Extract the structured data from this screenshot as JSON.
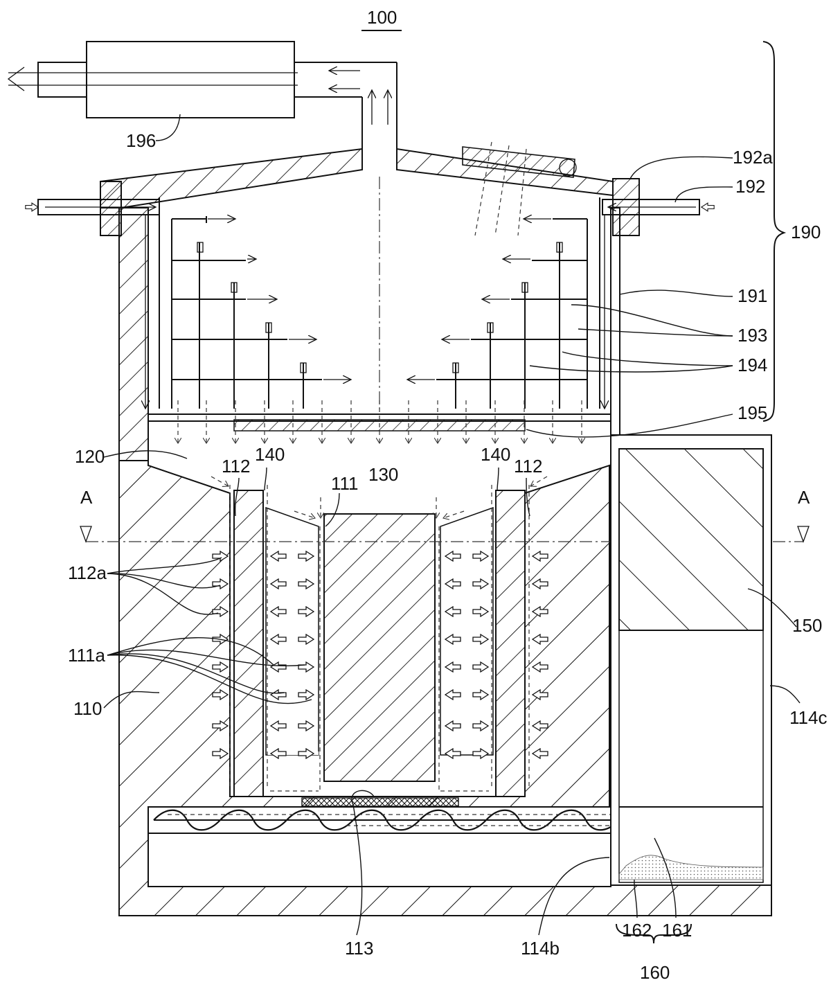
{
  "figure": {
    "title_ref": "100",
    "labels": {
      "l196": "196",
      "l192a": "192a",
      "l192": "192",
      "l190": "190",
      "l191": "191",
      "l193": "193",
      "l194": "194",
      "l195": "195",
      "l120": "120",
      "l112_left": "112",
      "l140_left": "140",
      "l111": "111",
      "l130": "130",
      "l140_right": "140",
      "l112_right": "112",
      "l_A_left": "A",
      "l_A_right": "A",
      "l112a": "112a",
      "l111a": "111a",
      "l110": "110",
      "l150": "150",
      "l114c": "114c",
      "l113": "113",
      "l114b": "114b",
      "l162": "162",
      "l161": "161",
      "l160": "160"
    }
  }
}
